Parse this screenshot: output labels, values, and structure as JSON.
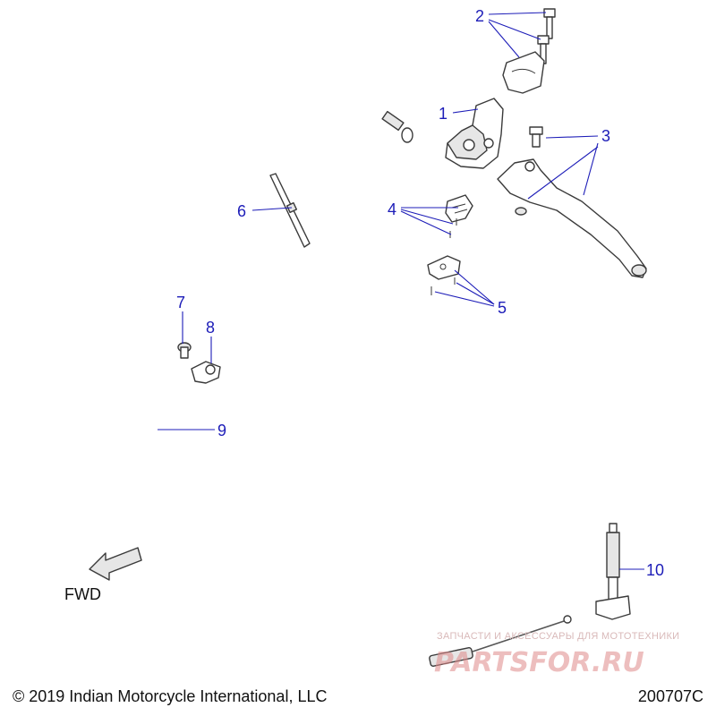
{
  "callouts": {
    "c1": "1",
    "c2": "2",
    "c3": "3",
    "c4": "4",
    "c5": "5",
    "c6": "6",
    "c7": "7",
    "c8": "8",
    "c9": "9",
    "c10": "10"
  },
  "direction_label": "FWD",
  "copyright": "© 2019 Indian Motorcycle International, LLC",
  "diagram_code": "200707C",
  "watermark": {
    "tagline": "ЗАПЧАСТИ И АКСЕССУАРЫ ДЛЯ МОТОТЕХНИКИ",
    "brand": "PARTSFOR.RU"
  },
  "colors": {
    "callout": "#1d1db8",
    "line_art": "#3a3a3a",
    "watermark": "#d9a0a0"
  }
}
